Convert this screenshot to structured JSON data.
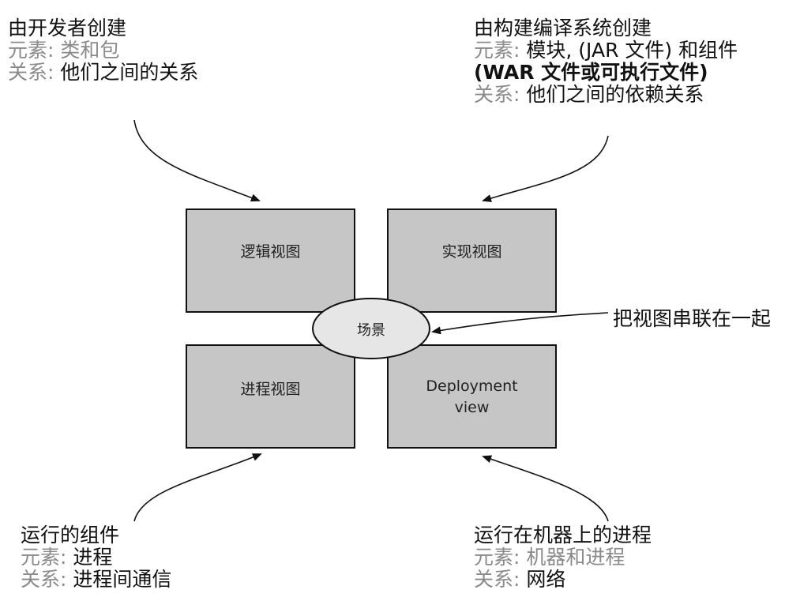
{
  "annotations": {
    "top_left": {
      "title": "由开发者创建",
      "elements_label": "元素:",
      "elements_value": "类和包",
      "relations_label": "关系:",
      "relations_value": "他们之间的关系"
    },
    "top_right": {
      "title": "由构建编译系统创建",
      "elements_label": "元素:",
      "elements_value_line1": "模块, (JAR 文件) 和组件",
      "elements_value_line2": "(WAR 文件或可执行文件)",
      "relations_label": "关系:",
      "relations_value": "他们之间的依赖关系"
    },
    "bottom_left": {
      "title": "运行的组件",
      "elements_label": "元素:",
      "elements_value": "进程",
      "relations_label": "关系:",
      "relations_value": "进程间通信"
    },
    "bottom_right": {
      "title": "运行在机器上的进程",
      "elements_label": "元素:",
      "elements_value": "机器和进程",
      "relations_label": "关系:",
      "relations_value": "网络"
    },
    "connector": "把视图串联在一起"
  },
  "views": {
    "logical": "逻辑视图",
    "implementation": "实现视图",
    "process": "进程视图",
    "deployment_line1": "Deployment",
    "deployment_line2": "view",
    "scenarios": "场景"
  },
  "colors": {
    "box_fill": "#c6c6c6",
    "ellipse_fill": "#e6e6e6",
    "stroke": "#111111",
    "grey_text": "#8a8a8a"
  }
}
